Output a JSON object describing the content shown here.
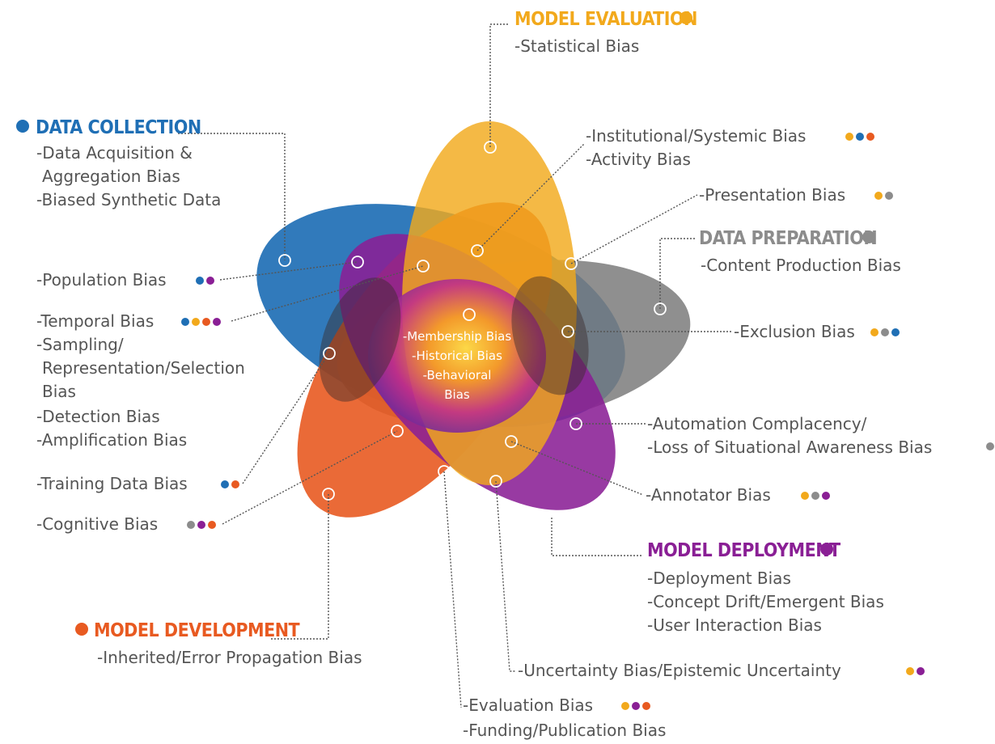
{
  "colors": {
    "evaluation": "#f2a91c",
    "collection": "#1f6fb5",
    "preparation": "#8c8c8c",
    "development": "#e85a21",
    "deployment": "#8a1f95",
    "text": "#555555"
  },
  "stages": {
    "evaluation": {
      "title": "MODEL EVALUATION",
      "items": [
        "-Statistical Bias"
      ]
    },
    "collection": {
      "title": "DATA COLLECTION",
      "items": [
        "-Data Acquisition &",
        "Aggregation Bias",
        "-Biased Synthetic Data"
      ]
    },
    "preparation": {
      "title": "DATA PREPARATION",
      "items": [
        "-Content Production Bias"
      ]
    },
    "deployment": {
      "title": "MODEL DEPLOYMENT",
      "items": [
        "-Deployment Bias",
        "-Concept Drift/Emergent Bias",
        "-User Interaction Bias"
      ]
    },
    "development": {
      "title": "MODEL DEVELOPMENT",
      "items": [
        "-Inherited/Error Propagation Bias"
      ]
    }
  },
  "center": {
    "lines": [
      "-Membership Bias",
      "-Historical Bias",
      "-Behavioral",
      "Bias"
    ]
  },
  "biases": {
    "institutional": {
      "lines": [
        "-Institutional/Systemic Bias",
        "-Activity Bias"
      ],
      "stages": [
        "evaluation",
        "collection",
        "development"
      ]
    },
    "presentation": {
      "lines": [
        "-Presentation Bias"
      ],
      "stages": [
        "evaluation",
        "preparation"
      ]
    },
    "population": {
      "lines": [
        "-Population Bias"
      ],
      "stages": [
        "collection",
        "deployment"
      ]
    },
    "temporal": {
      "lines": [
        "-Temporal Bias",
        "-Sampling/",
        "Representation/Selection",
        "Bias",
        "-Detection Bias",
        "-Amplification Bias"
      ],
      "stages": [
        "collection",
        "evaluation",
        "development",
        "deployment"
      ]
    },
    "exclusion": {
      "lines": [
        "-Exclusion Bias"
      ],
      "stages": [
        "evaluation",
        "preparation",
        "collection"
      ]
    },
    "automation": {
      "lines": [
        "-Automation Complacency/",
        "-Loss of Situational Awareness Bias"
      ],
      "stages": [
        "preparation"
      ]
    },
    "training": {
      "lines": [
        "-Training Data Bias"
      ],
      "stages": [
        "collection",
        "development"
      ]
    },
    "annotator": {
      "lines": [
        "-Annotator Bias"
      ],
      "stages": [
        "evaluation",
        "preparation",
        "deployment"
      ]
    },
    "cognitive": {
      "lines": [
        "-Cognitive Bias"
      ],
      "stages": [
        "preparation",
        "deployment",
        "development"
      ]
    },
    "uncertainty": {
      "lines": [
        "-Uncertainty Bias/Epistemic Uncertainty"
      ],
      "stages": [
        "evaluation",
        "deployment"
      ]
    },
    "evaluationBias": {
      "lines": [
        "-Evaluation Bias",
        "-Funding/Publication Bias"
      ],
      "stages": [
        "evaluation",
        "deployment",
        "development"
      ]
    }
  }
}
